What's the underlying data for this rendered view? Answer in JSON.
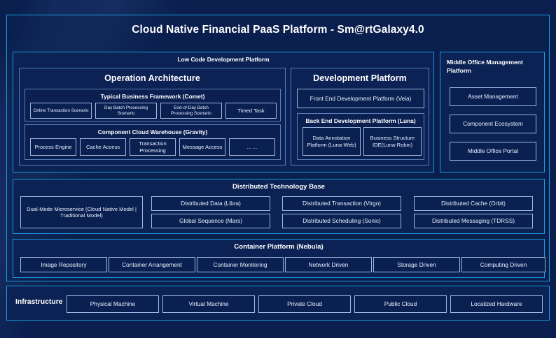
{
  "page": {
    "title": "Cloud Native Financial PaaS Platform - Sm@rtGalaxy4.0",
    "colors": {
      "background": "#0a1f4e",
      "panel_fill": "#0c2254",
      "accent_border": "#1a9bdc",
      "chip_border": "#9fb6de",
      "text": "#ffffff"
    }
  },
  "low_code": {
    "header": "Low Code Development Platform",
    "operation_architecture": {
      "header": "Operation Architecture",
      "typical_business_framework": {
        "header": "Typical Business Framework (Comet)",
        "items": [
          "Online Transaction Scenario",
          "Day Batch Processing Scenario",
          "End-of-Day Batch Processing Scenario",
          "Timed Task"
        ]
      },
      "component_cloud_warehouse": {
        "header": "Component Cloud Warehouse (Gravity)",
        "items": [
          "Process Engine",
          "Cache Access",
          "Transaction Processing",
          "Message Access",
          "……"
        ]
      }
    },
    "development_platform": {
      "header": "Development Platform",
      "front_end": "Front End Development Platform (Vela)",
      "back_end": {
        "header": "Back End Development Platform (Luna)",
        "items": [
          "Data Annotation Platform (Luna-Web)",
          "Business Structure IDE(Luna-Robin)"
        ]
      }
    }
  },
  "middle_office": {
    "header": "Middle Office Management Platform",
    "items": [
      "Asset Management",
      "Component Ecosystem",
      "Middle Office Portal"
    ]
  },
  "distributed_technology_base": {
    "header": "Distributed Technology Base",
    "dual_mode": "Dual-Mode Microservice (Cloud Native Model | Traditional Model)",
    "grid": [
      "Distributed Data (Libra)",
      "Distributed Transaction (Virgo)",
      "Distributed Cache (Orbit)",
      "Global Sequence (Mars)",
      "Distributed Scheduling (Sonic)",
      "Distributed Messaging (TDRSS)"
    ]
  },
  "container_platform": {
    "header": "Container Platform (Nebula)",
    "items": [
      "Image Repository",
      "Container Arrangement",
      "Container Monitoring",
      "Network Driven",
      "Storage Driven",
      "Computing Driven"
    ]
  },
  "infrastructure": {
    "label": "Infrastructure",
    "items": [
      "Physical Machine",
      "Virtual Machine",
      "Private Cloud",
      "Public Cloud",
      "Localized Hardware"
    ]
  }
}
